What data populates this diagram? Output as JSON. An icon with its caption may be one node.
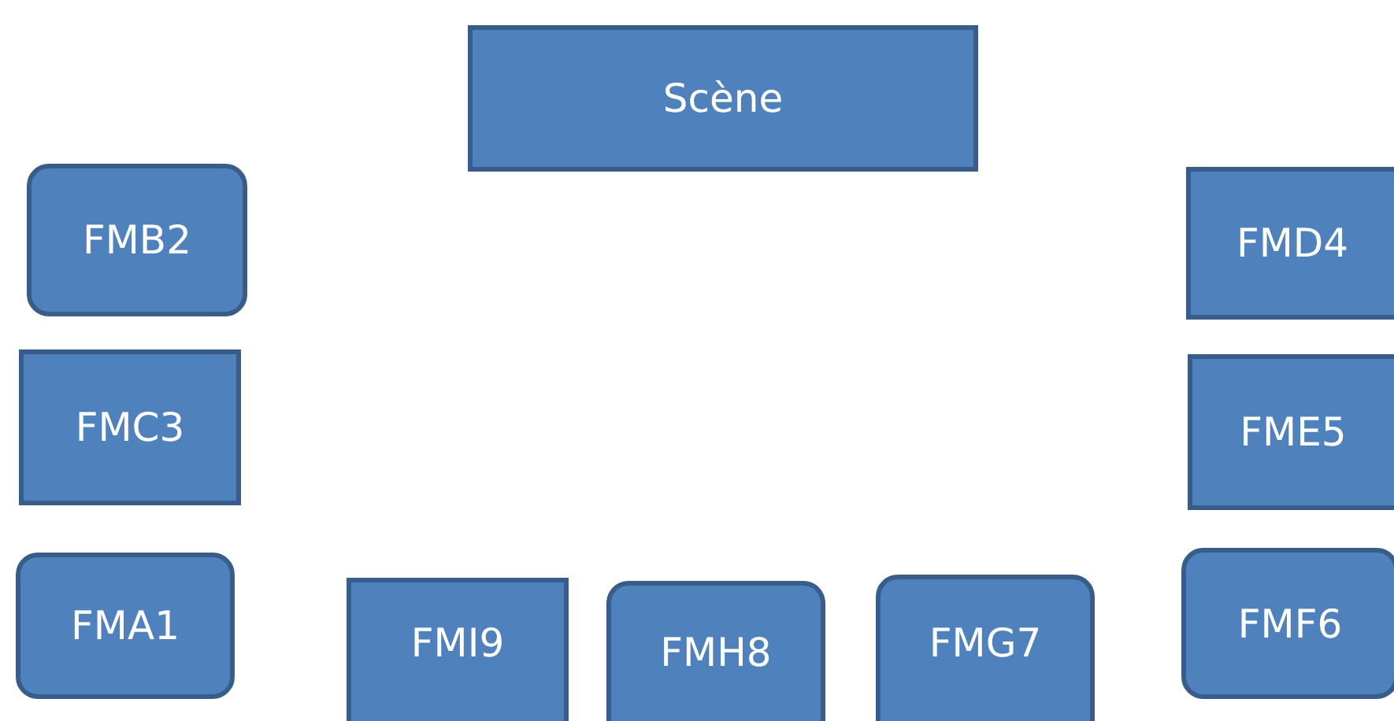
{
  "diagram": {
    "nodes": [
      {
        "text": [
          "Scène"
        ]
      },
      {
        "text": [
          "FMB2"
        ]
      },
      {
        "text": [
          "FMD4"
        ]
      },
      {
        "text": [
          "FMC3"
        ]
      },
      {
        "text": [
          "FME5"
        ]
      },
      {
        "text": [
          "FMA1"
        ]
      },
      {
        "text": [
          "FMI9"
        ]
      },
      {
        "text": [
          "FMH8"
        ]
      },
      {
        "text": [
          "FMG7"
        ]
      },
      {
        "text": [
          "FMF6"
        ]
      }
    ]
  }
}
